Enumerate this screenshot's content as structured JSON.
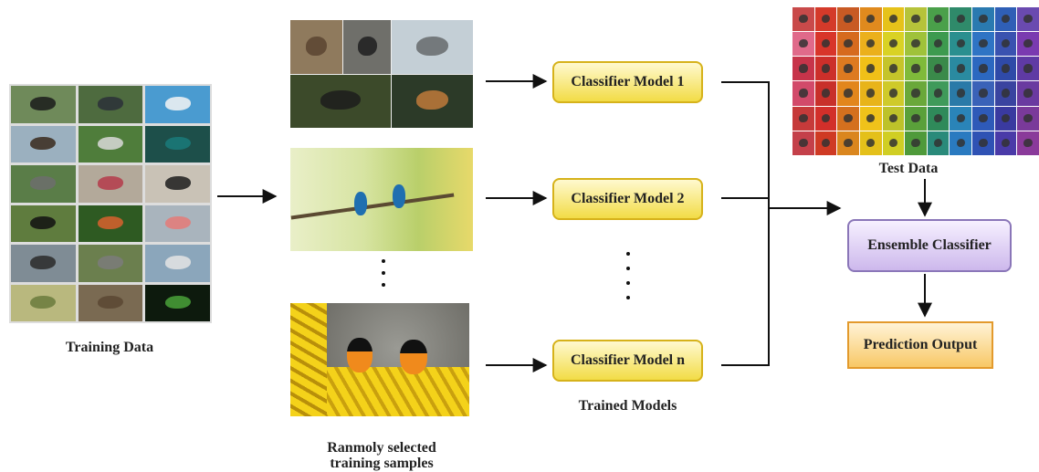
{
  "labels": {
    "training_data": "Training Data",
    "random_samples_line1": "Ranmoly selected",
    "random_samples_line2": "training samples",
    "trained_models": "Trained Models",
    "test_data": "Test Data"
  },
  "models": [
    {
      "label": "Classifier Model 1"
    },
    {
      "label": "Classifier Model 2"
    },
    {
      "label": "Classifier Model n"
    }
  ],
  "ensemble": {
    "label": "Ensemble Classifier"
  },
  "prediction": {
    "label": "Prediction Output"
  },
  "colors": {
    "model_fill_top": "#fff9cf",
    "model_fill_bottom": "#f2dc46",
    "ensemble_fill": "#cdb8ec",
    "prediction_fill": "#f8c866",
    "arrow": "#111111"
  }
}
